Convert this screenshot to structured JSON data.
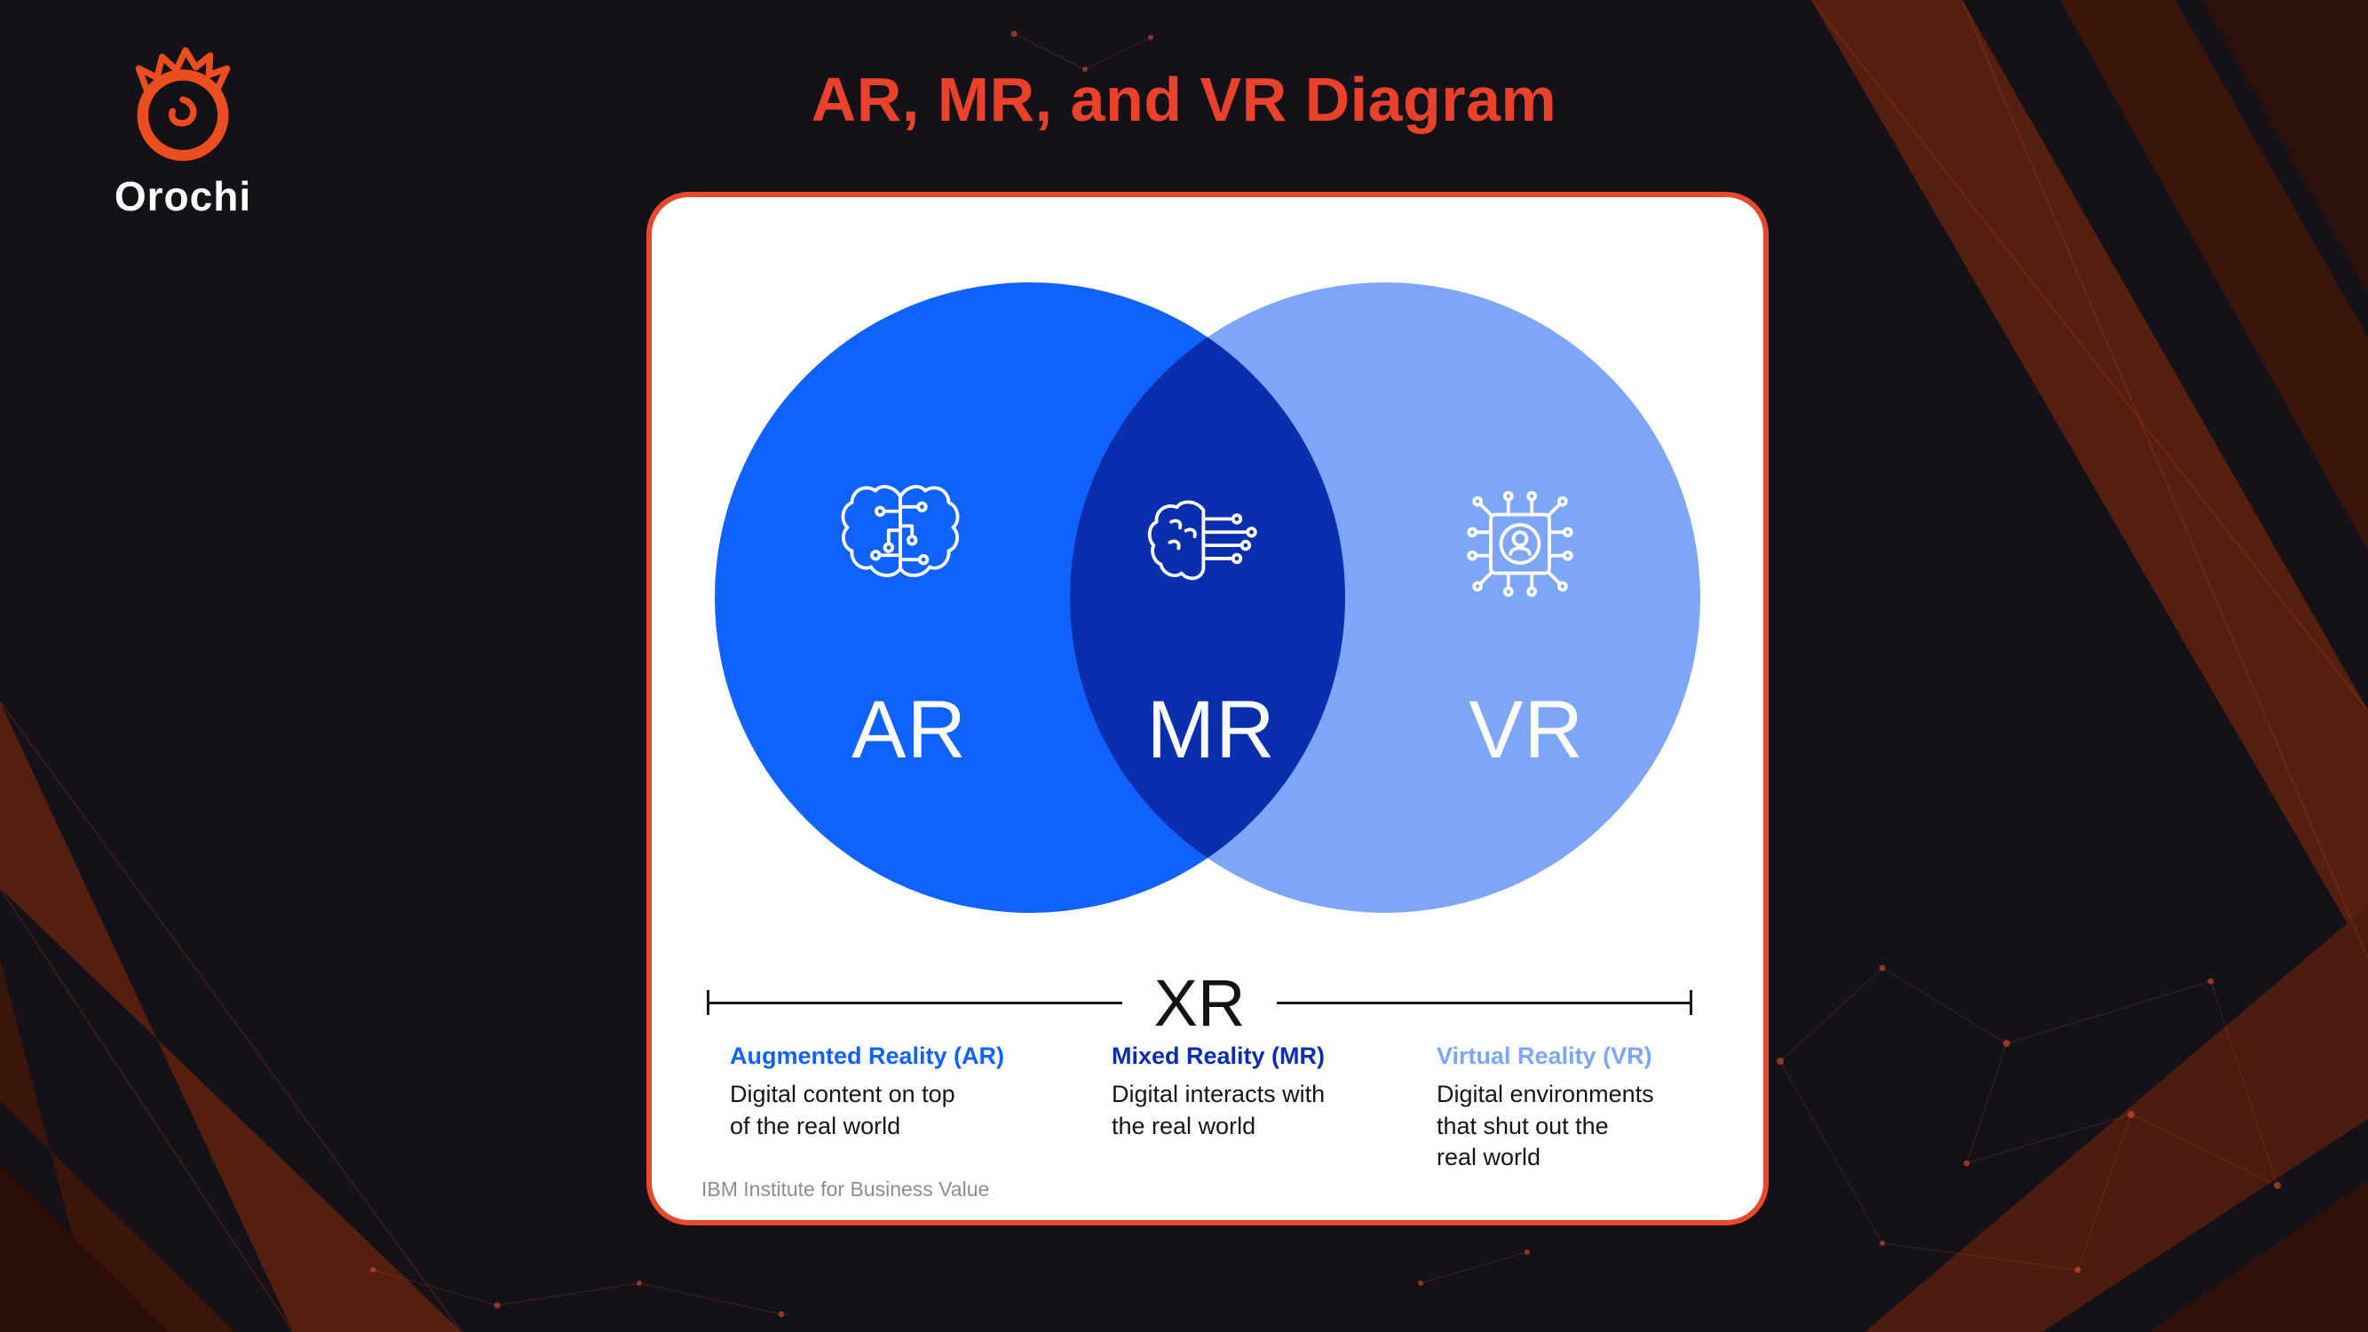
{
  "colors": {
    "background": "#141218",
    "accent_red": "#e9412a",
    "card_border": "#e8492b",
    "ar_blue": "#0f62fe",
    "mr_dark_blue": "#0a2fae",
    "vr_light_blue": "#7da6f9",
    "text_dark": "#161616",
    "source_gray": "#8d8d8d"
  },
  "brand": {
    "name": "Orochi",
    "logo_icon": "dragon-ring-icon"
  },
  "header": {
    "title": "AR, MR, and VR Diagram"
  },
  "venn": {
    "left": {
      "label": "AR",
      "icon": "brain-circuit-icon",
      "color": "#0f62fe"
    },
    "overlap": {
      "label": "MR",
      "icon": "brain-wires-icon",
      "color": "#0a2fae"
    },
    "right": {
      "label": "VR",
      "icon": "chip-person-icon",
      "color": "#7da6f9"
    }
  },
  "xr": {
    "label": "XR"
  },
  "legend": [
    {
      "title": "Augmented Reality (AR)",
      "color": "#0f62fe",
      "description": "Digital content on top\nof the real world"
    },
    {
      "title": "Mixed Reality (MR)",
      "color": "#0a2fae",
      "description": "Digital interacts with\nthe real world"
    },
    {
      "title": "Virtual Reality (VR)",
      "color": "#7da6f9",
      "description": "Digital environments\nthat shut out the\nreal world"
    }
  ],
  "source": "IBM Institute for Business Value"
}
